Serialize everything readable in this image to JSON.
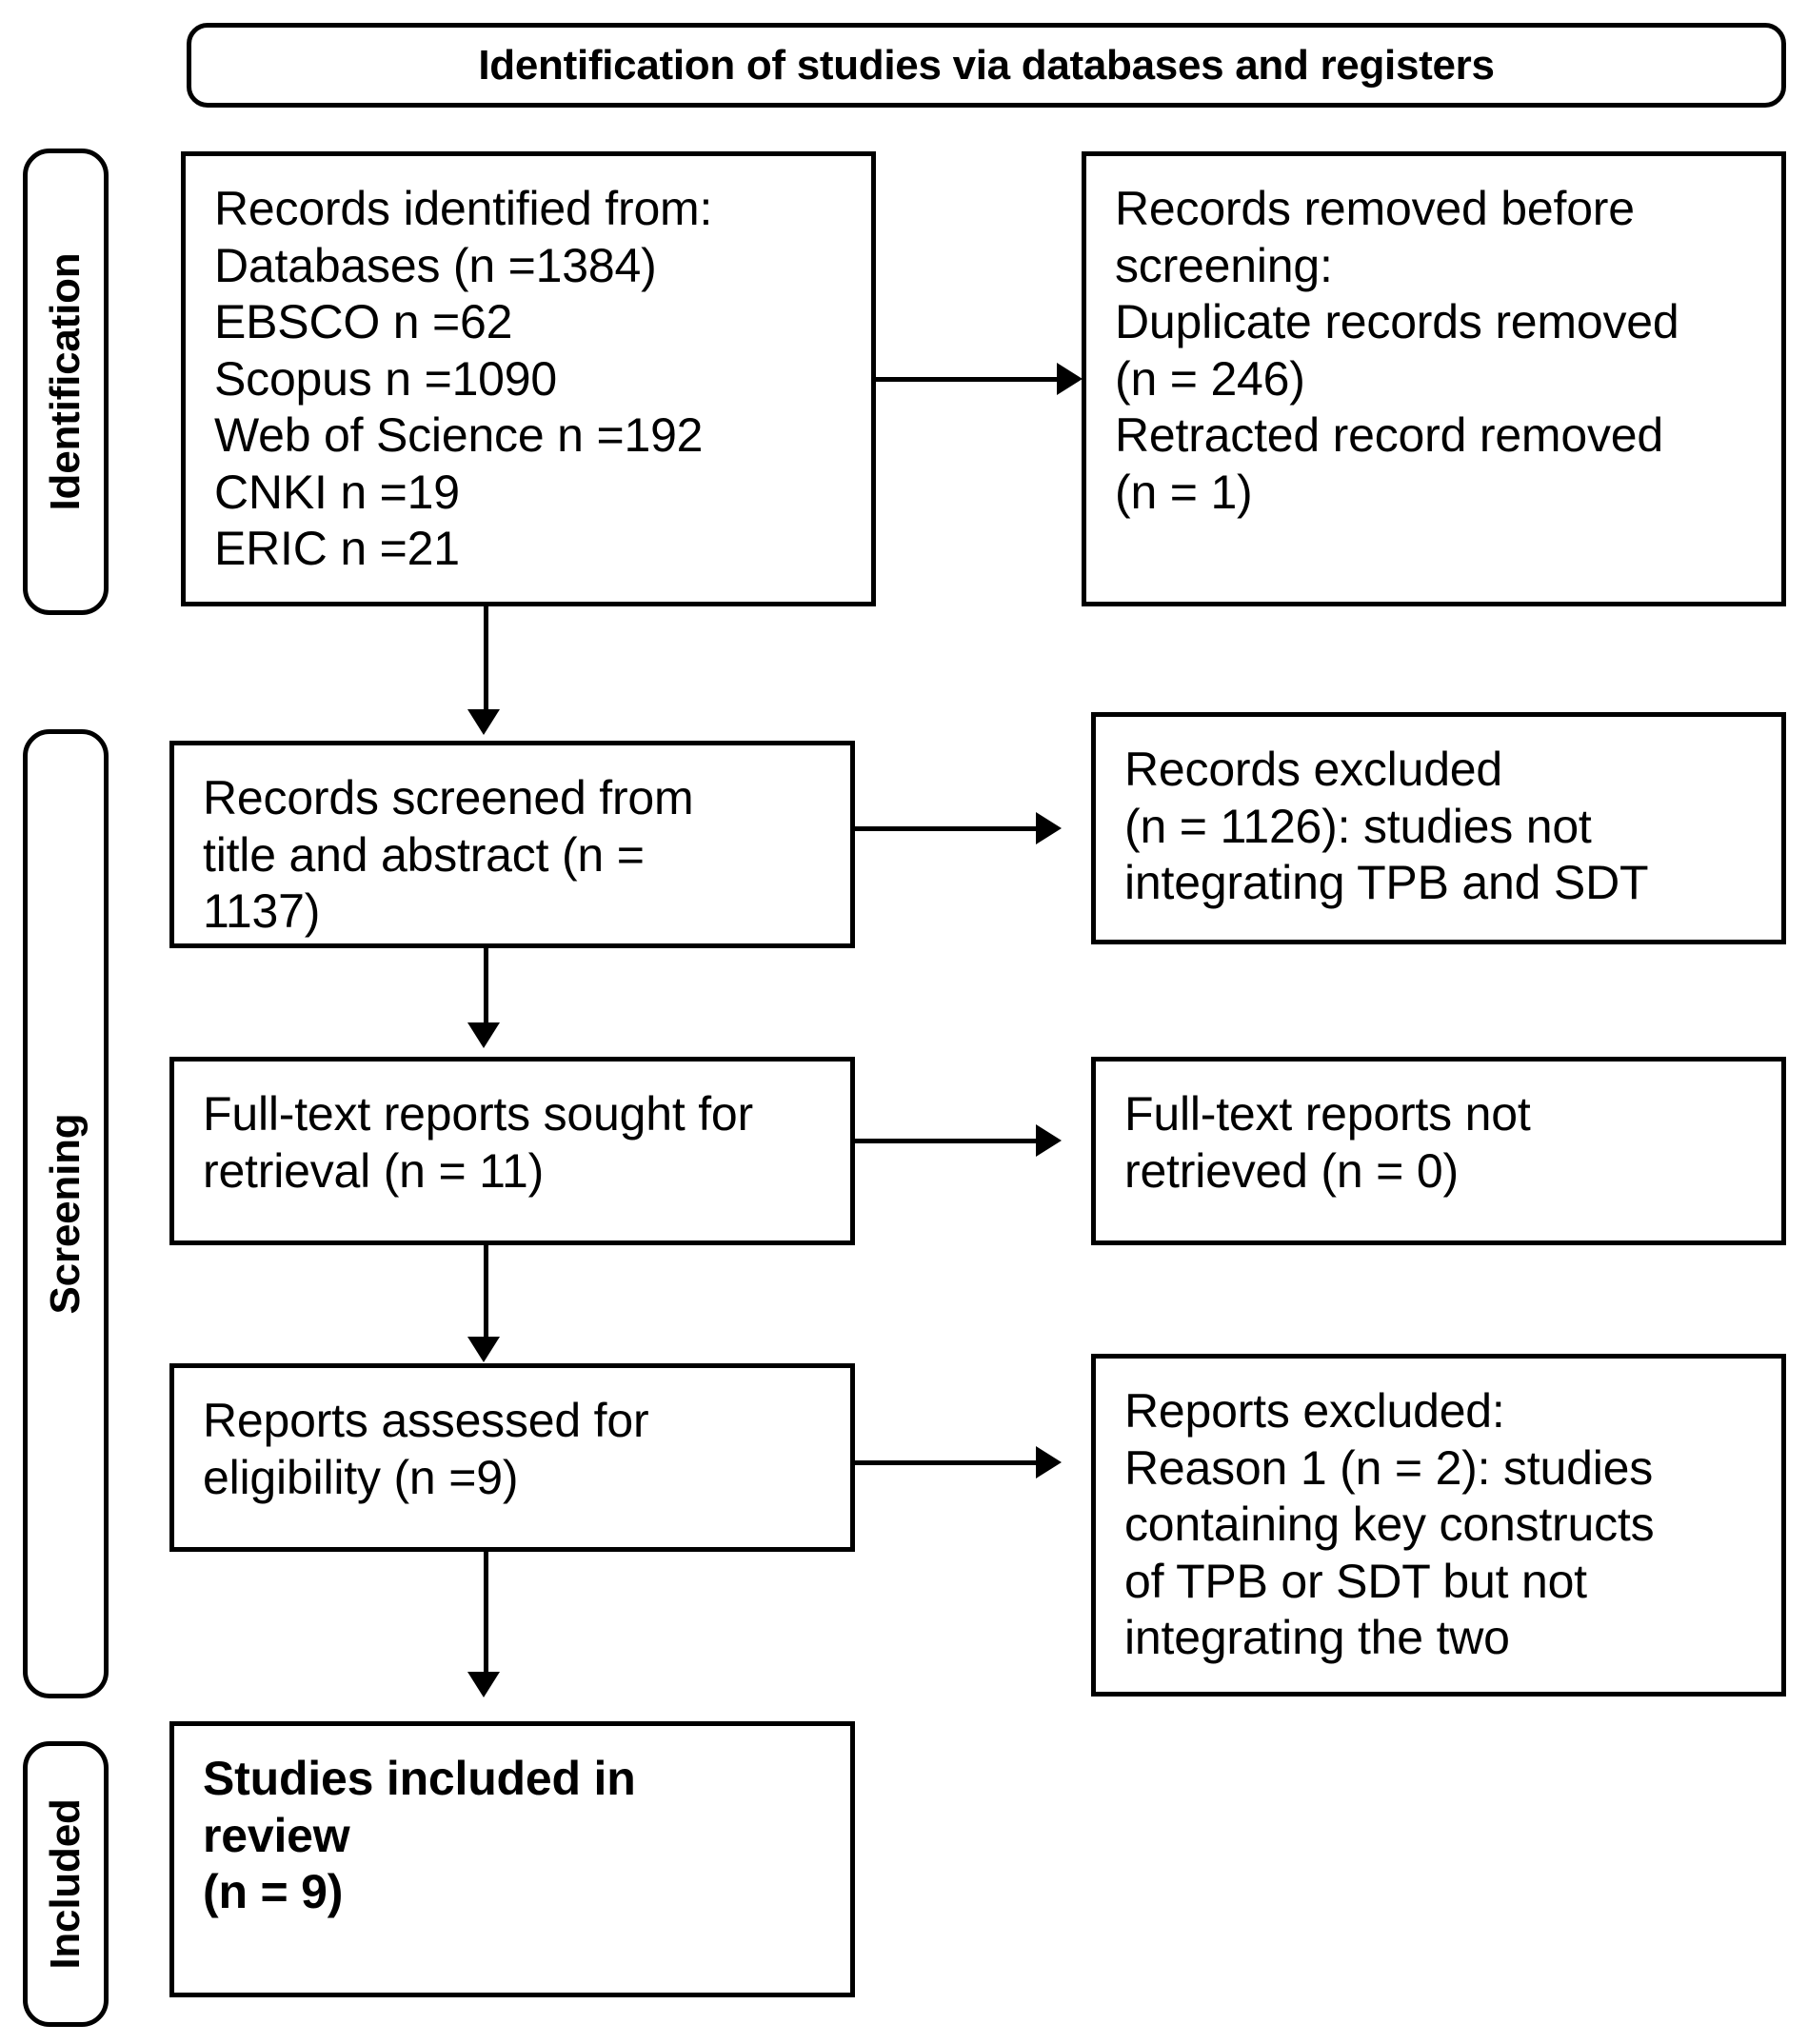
{
  "header": {
    "title": "Identification of studies via databases and registers"
  },
  "stages": [
    {
      "id": "identification",
      "label": "Identification"
    },
    {
      "id": "screening",
      "label": "Screening"
    },
    {
      "id": "included",
      "label": "Included"
    }
  ],
  "boxes": {
    "records_identified": {
      "name": "records-identified-box",
      "text": "Records identified from:\nDatabases (n =1384)\nEBSCO n =62\nScopus n =1090\nWeb of Science n =192\nCNKI n =19\nERIC n =21"
    },
    "records_removed": {
      "name": "records-removed-box",
      "text": "Records removed before\nscreening:\nDuplicate records removed\n(n = 246)\nRetracted record removed\n(n = 1)"
    },
    "records_screened": {
      "name": "records-screened-box",
      "text": "Records screened from\ntitle and abstract (n =\n1137)"
    },
    "records_excluded": {
      "name": "records-excluded-box",
      "text": "Records excluded\n(n = 1126): studies not\nintegrating TPB and SDT"
    },
    "reports_sought": {
      "name": "fulltext-sought-box",
      "text": "Full-text reports sought for\nretrieval (n = 11)"
    },
    "reports_not_retrieved": {
      "name": "fulltext-not-retrieved-box",
      "text": "Full-text reports not\nretrieved (n = 0)"
    },
    "reports_assessed": {
      "name": "reports-assessed-box",
      "text": "Reports assessed for\neligibility (n =9)"
    },
    "reports_excluded": {
      "name": "reports-excluded-box",
      "text": "Reports excluded:\nReason 1 (n = 2): studies\ncontaining key constructs\nof TPB or SDT but not\nintegrating the two"
    },
    "studies_included": {
      "name": "studies-included-box",
      "text": "Studies included in\nreview\n(n = 9)"
    }
  },
  "counts": {
    "databases_total": 1384,
    "ebsco": 62,
    "scopus": 1090,
    "web_of_science": 192,
    "cnki": 19,
    "eric": 21,
    "duplicates_removed": 246,
    "retracted_removed": 1,
    "screened": 1137,
    "excluded_screening": 1126,
    "fulltext_sought": 11,
    "fulltext_not_retrieved": 0,
    "assessed_eligibility": 9,
    "reports_excluded_reason1": 2,
    "studies_included": 9
  },
  "colors": {
    "stroke": "#000000",
    "fill": "#ffffff",
    "text": "#000000"
  }
}
